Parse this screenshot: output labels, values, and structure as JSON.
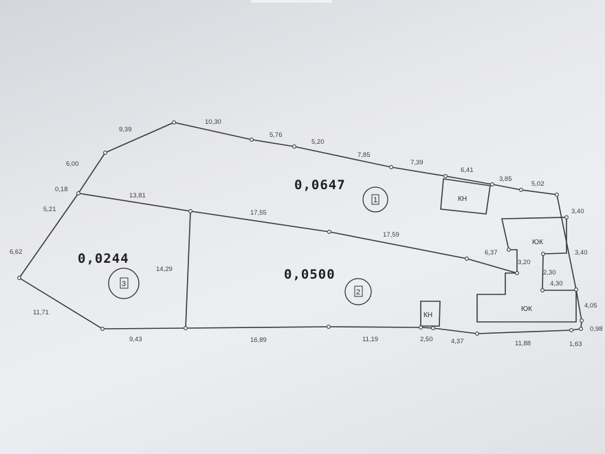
{
  "plan": {
    "parcels": [
      {
        "id": "1",
        "area": "0,0647"
      },
      {
        "id": "2",
        "area": "0,0500"
      },
      {
        "id": "3",
        "area": "0,0244"
      }
    ],
    "buildings": {
      "kn": "КН",
      "jok": "ЮК"
    },
    "dimensions": {
      "d_9_39": "9,39",
      "d_10_30": "10,30",
      "d_5_76": "5,76",
      "d_5_20": "5,20",
      "d_7_85": "7,85",
      "d_7_39": "7,39",
      "d_6_41": "6,41",
      "d_3_85": "3,85",
      "d_5_02": "5,02",
      "d_6_00": "6,00",
      "d_0_18": "0,18",
      "d_13_81": "13,81",
      "d_5_21": "5,21",
      "d_17_55": "17,55",
      "d_17_59": "17,59",
      "d_3_40a": "3,40",
      "d_3_40b": "3,40",
      "d_6_62": "6,62",
      "d_14_29": "14,29",
      "d_6_37": "6,37",
      "d_3_20": "3,20",
      "d_2_30": "2,30",
      "d_4_30": "4,30",
      "d_4_05": "4,05",
      "d_0_98": "0,98",
      "d_11_71": "11,71",
      "d_9_43": "9,43",
      "d_16_89": "16,89",
      "d_11_19": "11,19",
      "d_2_50": "2,50",
      "d_4_37": "4,37",
      "d_11_88": "11,88",
      "d_1_63": "1,63"
    }
  }
}
